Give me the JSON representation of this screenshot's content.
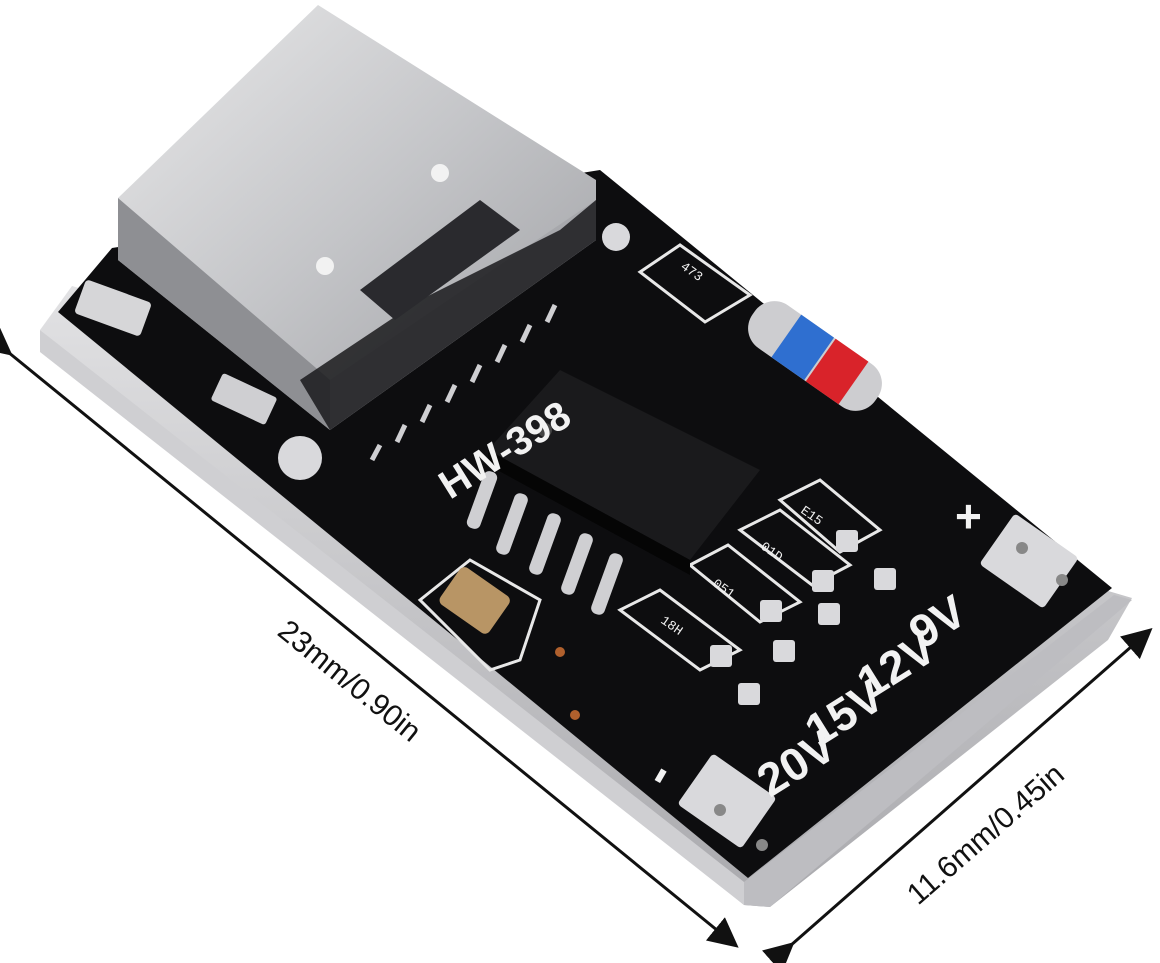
{
  "dimensions": {
    "length_label": "23mm/0.90in",
    "width_label": "11.6mm/0.45in"
  },
  "board": {
    "model_marking": "HW-398",
    "plus_label": "+",
    "minus_label": "-",
    "voltage_labels": [
      "9V",
      "12V",
      "15V",
      "20V"
    ],
    "resistor_codes": [
      "E15",
      "01D",
      "051",
      "18H"
    ],
    "top_resistor_code": "473"
  },
  "colors": {
    "pcb": "#0d0d0f",
    "pcb_edge": "#c9c9cc",
    "connector": "#cfd0d2",
    "silkscreen": "#f2f2f2"
  }
}
